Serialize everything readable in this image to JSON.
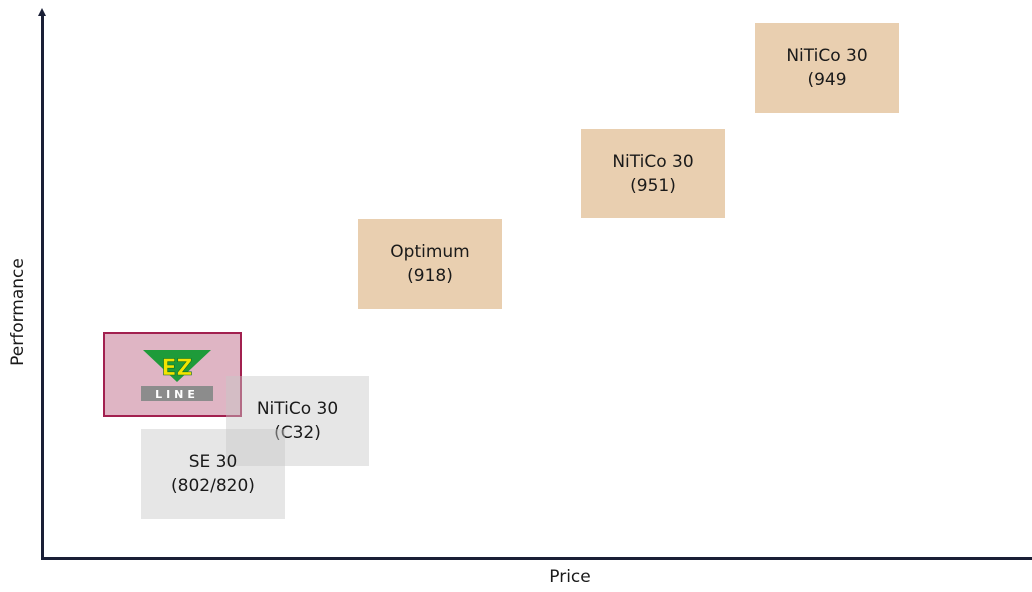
{
  "axes": {
    "x_label": "Price",
    "y_label": "Performance"
  },
  "products": [
    {
      "id": "niti-co-949",
      "line1": "NiTiCo 30",
      "line2": "(949",
      "style": "tan"
    },
    {
      "id": "niti-co-951",
      "line1": "NiTiCo 30",
      "line2": "(951)",
      "style": "tan"
    },
    {
      "id": "optimum-918",
      "line1": "Optimum",
      "line2": "(918)",
      "style": "tan"
    },
    {
      "id": "niti-co-c32",
      "line1": "NiTiCo 30",
      "line2": "(C32)",
      "style": "grey"
    },
    {
      "id": "se-30",
      "line1": "SE 30",
      "line2": "(802/820)",
      "style": "grey"
    }
  ],
  "highlight": {
    "logo_top": "EZ",
    "logo_bottom": "LINE",
    "colors": {
      "border": "#a2204f",
      "triangle": "#1e9b3a",
      "letters": "#f2e500",
      "bar": "#8c8c8c"
    }
  },
  "colors": {
    "tan_box": "#e9cfb0",
    "grey_box": "#dedede",
    "axis": "#1a1f36"
  }
}
